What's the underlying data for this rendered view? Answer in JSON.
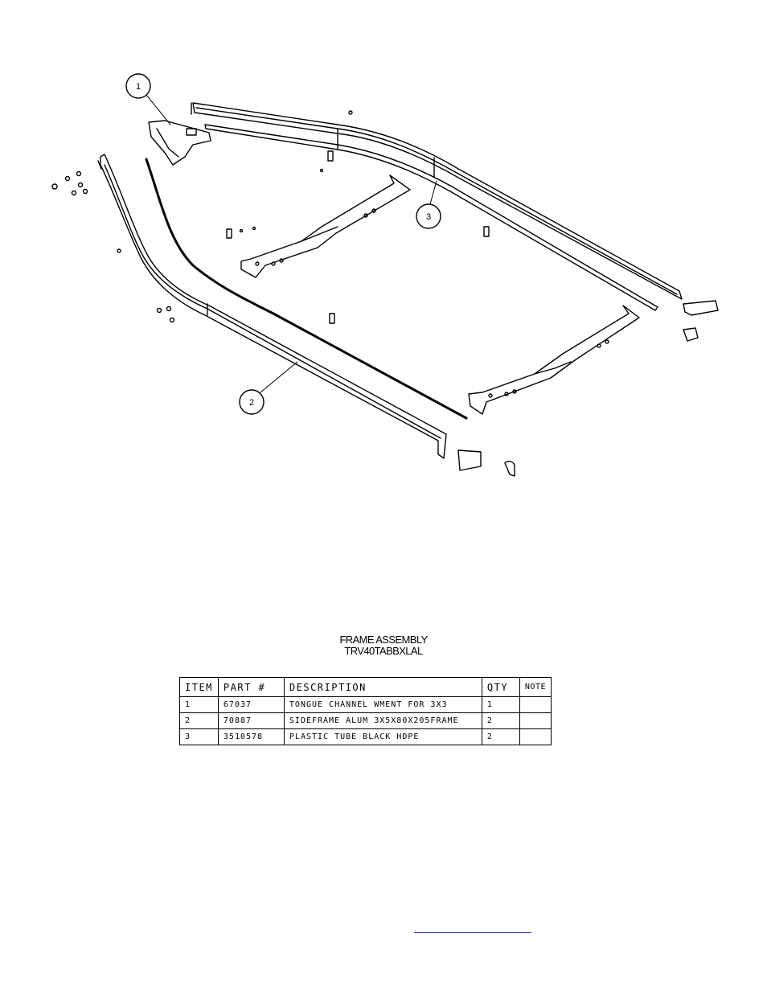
{
  "callouts": [
    {
      "label": "1"
    },
    {
      "label": "2"
    },
    {
      "label": "3"
    }
  ],
  "title": {
    "line1": "FRAME ASSEMBLY",
    "line2": "TRV40TABBXLAL"
  },
  "bom": {
    "headers": {
      "item": "ITEM",
      "part": "PART #",
      "description": "DESCRIPTION",
      "qty": "QTY",
      "note": "NOTE"
    },
    "rows": [
      {
        "item": "1",
        "part": "67037",
        "description": "TONGUE CHANNEL WMENT FOR 3X3",
        "qty": "1",
        "note": ""
      },
      {
        "item": "2",
        "part": "70887",
        "description": "SIDEFRAME ALUM 3X5X80X205FRAME",
        "qty": "2",
        "note": ""
      },
      {
        "item": "3",
        "part": "3510578",
        "description": "PLASTIC TUBE BLACK HDPE",
        "qty": "2",
        "note": ""
      }
    ]
  }
}
